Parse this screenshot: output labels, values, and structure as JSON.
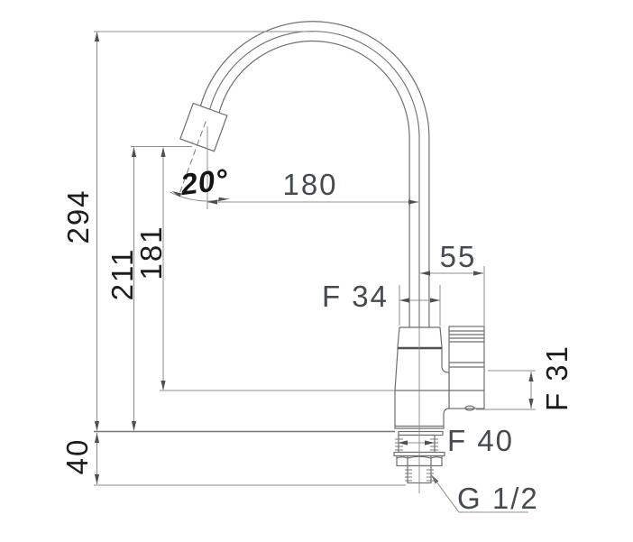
{
  "drawing": {
    "labels": {
      "overall_height": "294",
      "outlet_height": "211",
      "mid_height": "181",
      "under_counter_depth": "40",
      "spout_reach": "180",
      "handle_offset": "55",
      "body_top_diameter": "F 34",
      "handle_diameter": "F 31",
      "shank_diameter": "F 40",
      "inlet_thread": "G 1/2",
      "spout_angle": "20°"
    },
    "colors": {
      "line": "#6e6e6e",
      "dim_line": "#8c8c8c",
      "arrow": "#4f4f4f",
      "text_dark": "#1c1c1c",
      "text_gray": "#464b51",
      "background": "#ffffff"
    }
  }
}
